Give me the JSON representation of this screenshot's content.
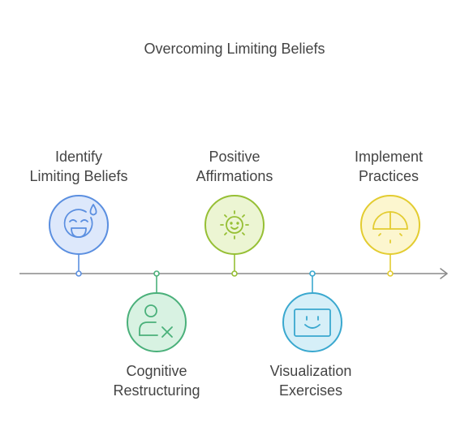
{
  "title": "Overcoming Limiting Beliefs",
  "steps": [
    {
      "line1": "Identify",
      "line2": "Limiting Beliefs",
      "icon": "smiling-face-sweat-icon",
      "color": "#5b8fe0",
      "fill": "#dde8fb"
    },
    {
      "line1": "Cognitive",
      "line2": "Restructuring",
      "icon": "person-remove-icon",
      "color": "#4ab07a",
      "fill": "#d8f2e2"
    },
    {
      "line1": "Positive",
      "line2": "Affirmations",
      "icon": "sun-face-icon",
      "color": "#96bf34",
      "fill": "#ecf5d3"
    },
    {
      "line1": "Visualization",
      "line2": "Exercises",
      "icon": "screen-smile-icon",
      "color": "#3aa8cf",
      "fill": "#d6eff8"
    },
    {
      "line1": "Implement",
      "line2": "Practices",
      "icon": "gauge-icon",
      "color": "#e3cc30",
      "fill": "#fcf6cf"
    }
  ],
  "colors": {
    "axis": "#8a8a8a",
    "text": "#444444"
  }
}
